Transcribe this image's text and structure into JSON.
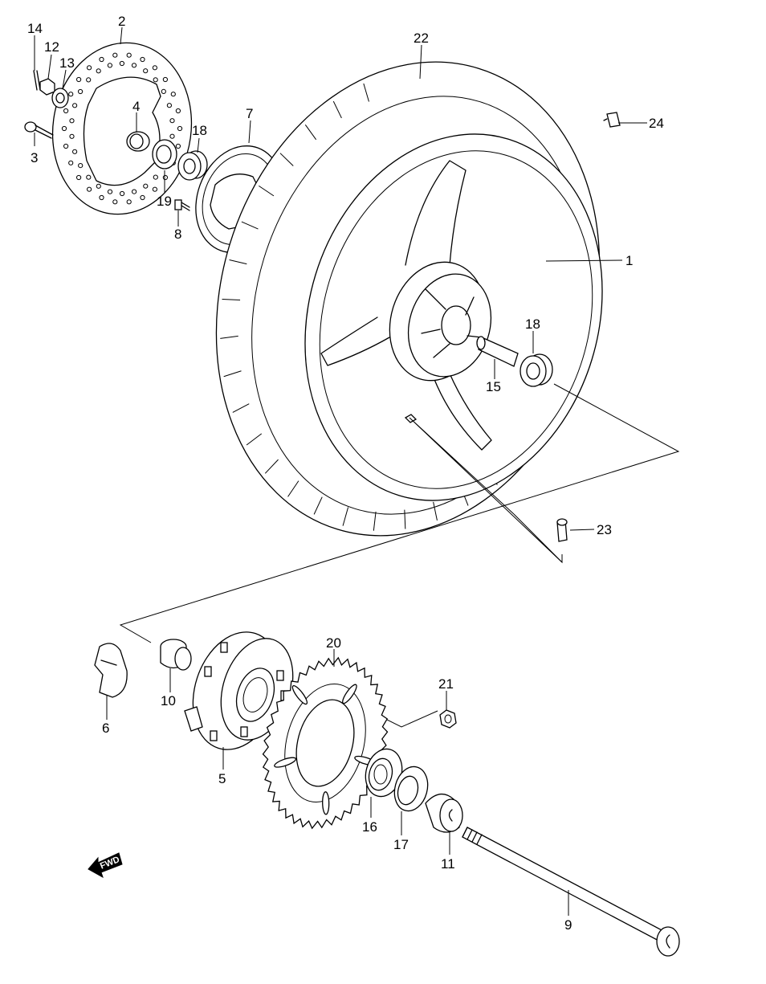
{
  "callouts": {
    "c1": "1",
    "c2": "2",
    "c3": "3",
    "c4": "4",
    "c5": "5",
    "c6": "6",
    "c7": "7",
    "c8": "8",
    "c9": "9",
    "c10": "10",
    "c11": "11",
    "c12": "12",
    "c13": "13",
    "c14": "14",
    "c15": "15",
    "c16": "16",
    "c17": "17",
    "c18a": "18",
    "c18b": "18",
    "c19": "19",
    "c20": "20",
    "c21": "21",
    "c22": "22",
    "c23": "23",
    "c24": "24"
  },
  "fwd_label": "FWD"
}
